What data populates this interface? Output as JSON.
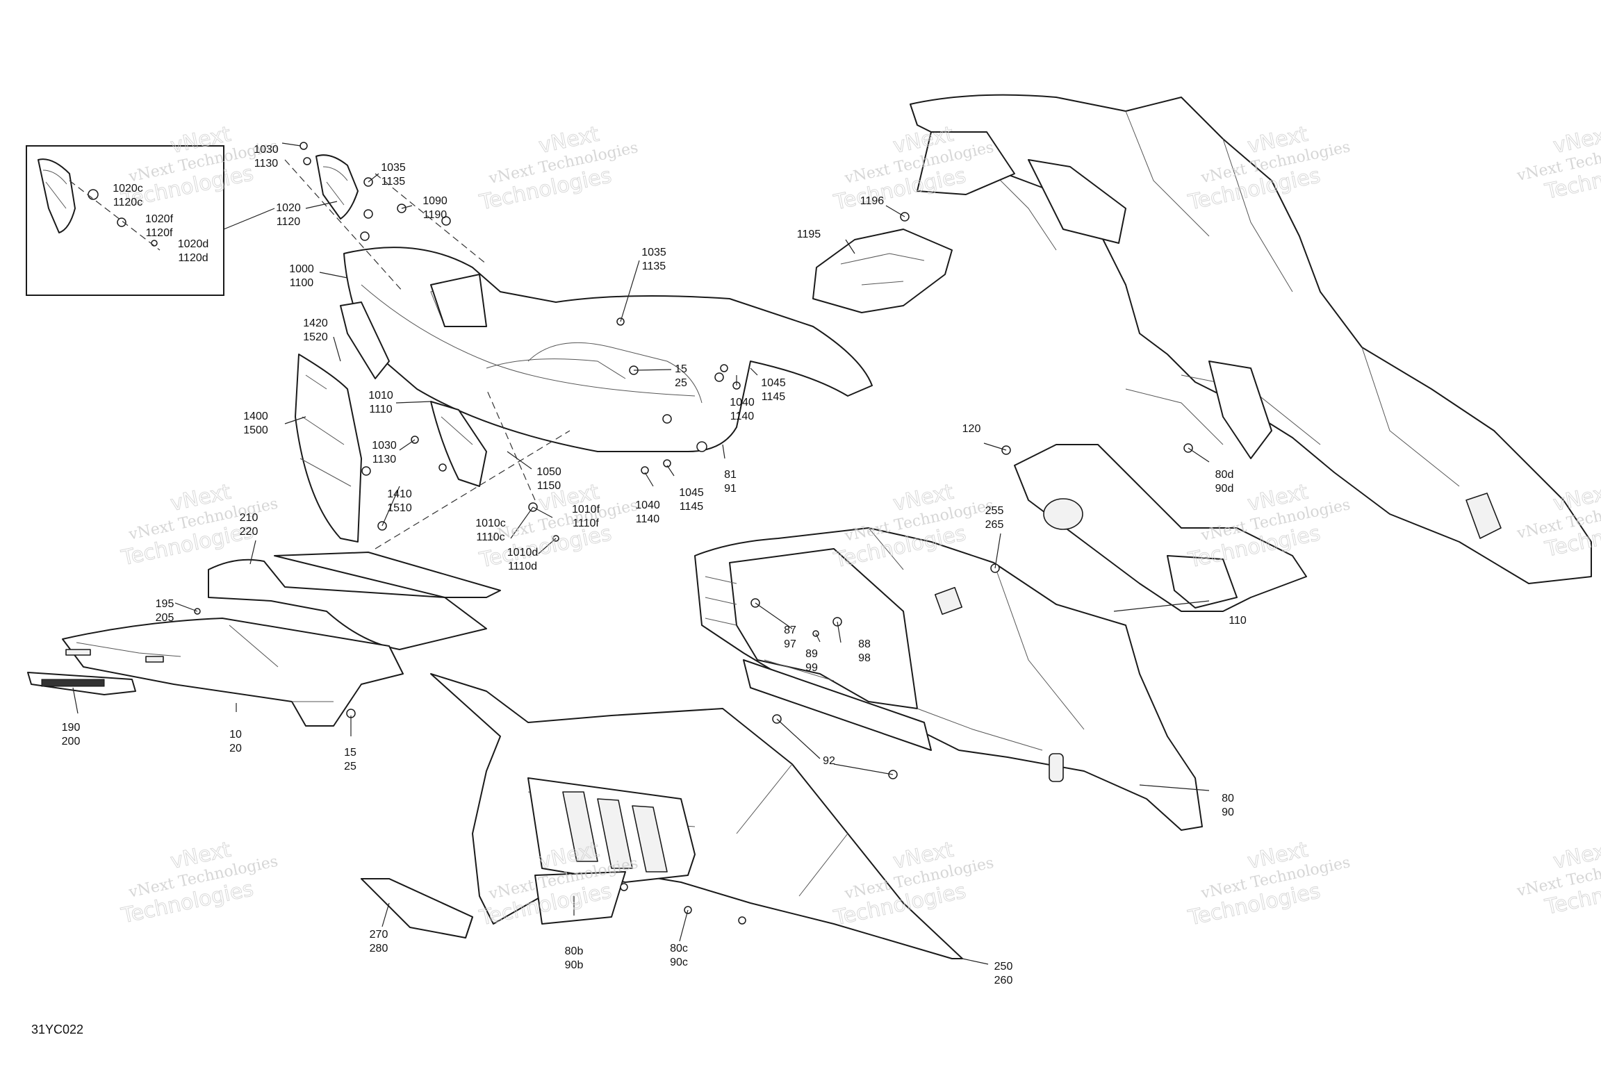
{
  "reference_code": "31YC022",
  "watermark": {
    "line1": "vNext Technologies",
    "line2": "Technologies",
    "line3": "vNext"
  },
  "callouts": [
    {
      "id": "c-1030-1130-top",
      "lines": [
        "1030",
        "1130"
      ]
    },
    {
      "id": "c-1035-1135-top",
      "lines": [
        "1035",
        "1135"
      ]
    },
    {
      "id": "c-1020-1120",
      "lines": [
        "1020",
        "1120"
      ]
    },
    {
      "id": "c-1090-1190",
      "lines": [
        "1090",
        "1190"
      ]
    },
    {
      "id": "c-1020c-1120c",
      "lines": [
        "1020c",
        "1120c"
      ]
    },
    {
      "id": "c-1020f-1120f",
      "lines": [
        "1020f",
        "1120f"
      ]
    },
    {
      "id": "c-1020d-1120d",
      "lines": [
        "1020d",
        "1120d"
      ]
    },
    {
      "id": "c-1000-1100",
      "lines": [
        "1000",
        "1100"
      ]
    },
    {
      "id": "c-1035-1135-mid",
      "lines": [
        "1035",
        "1135"
      ]
    },
    {
      "id": "c-1420-1520",
      "lines": [
        "1420",
        "1520"
      ]
    },
    {
      "id": "c-15-25-upper",
      "lines": [
        "15",
        "25"
      ]
    },
    {
      "id": "c-1045-1145-upper",
      "lines": [
        "1045",
        "1145"
      ]
    },
    {
      "id": "c-1040-1140-upper",
      "lines": [
        "1040",
        "1140"
      ]
    },
    {
      "id": "c-1010-1110",
      "lines": [
        "1010",
        "1110"
      ]
    },
    {
      "id": "c-1400-1500",
      "lines": [
        "1400",
        "1500"
      ]
    },
    {
      "id": "c-1030-1130-mid",
      "lines": [
        "1030",
        "1130"
      ]
    },
    {
      "id": "c-1050-1150",
      "lines": [
        "1050",
        "1150"
      ]
    },
    {
      "id": "c-81-91",
      "lines": [
        "81",
        "91"
      ]
    },
    {
      "id": "c-1045-1145-lower",
      "lines": [
        "1045",
        "1145"
      ]
    },
    {
      "id": "c-1040-1140-lower",
      "lines": [
        "1040",
        "1140"
      ]
    },
    {
      "id": "c-1410-1510",
      "lines": [
        "1410",
        "1510"
      ]
    },
    {
      "id": "c-1010f-1110f",
      "lines": [
        "1010f",
        "1110f"
      ]
    },
    {
      "id": "c-1010c-1110c",
      "lines": [
        "1010c",
        "1110c"
      ]
    },
    {
      "id": "c-1010d-1110d",
      "lines": [
        "1010d",
        "1110d"
      ]
    },
    {
      "id": "c-210-220",
      "lines": [
        "210",
        "220"
      ]
    },
    {
      "id": "c-195-205",
      "lines": [
        "195",
        "205"
      ]
    },
    {
      "id": "c-190-200",
      "lines": [
        "190",
        "200"
      ]
    },
    {
      "id": "c-10-20",
      "lines": [
        "10",
        "20"
      ]
    },
    {
      "id": "c-15-25-lower",
      "lines": [
        "15",
        "25"
      ]
    },
    {
      "id": "c-1196",
      "lines": [
        "1196"
      ]
    },
    {
      "id": "c-1195",
      "lines": [
        "1195"
      ]
    },
    {
      "id": "c-120",
      "lines": [
        "120"
      ]
    },
    {
      "id": "c-80d-90d",
      "lines": [
        "80d",
        "90d"
      ]
    },
    {
      "id": "c-255-265",
      "lines": [
        "255",
        "265"
      ]
    },
    {
      "id": "c-110",
      "lines": [
        "110"
      ]
    },
    {
      "id": "c-87-97",
      "lines": [
        "87",
        "97"
      ]
    },
    {
      "id": "c-89-99",
      "lines": [
        "89",
        "99"
      ]
    },
    {
      "id": "c-88-98",
      "lines": [
        "88",
        "98"
      ]
    },
    {
      "id": "c-92",
      "lines": [
        "92"
      ]
    },
    {
      "id": "c-80-90",
      "lines": [
        "80",
        "90"
      ]
    },
    {
      "id": "c-270-280",
      "lines": [
        "270",
        "280"
      ]
    },
    {
      "id": "c-80b-90b",
      "lines": [
        "80b",
        "90b"
      ]
    },
    {
      "id": "c-80c-90c",
      "lines": [
        "80c",
        "90c"
      ]
    },
    {
      "id": "c-250-260",
      "lines": [
        "250",
        "260"
      ]
    }
  ]
}
